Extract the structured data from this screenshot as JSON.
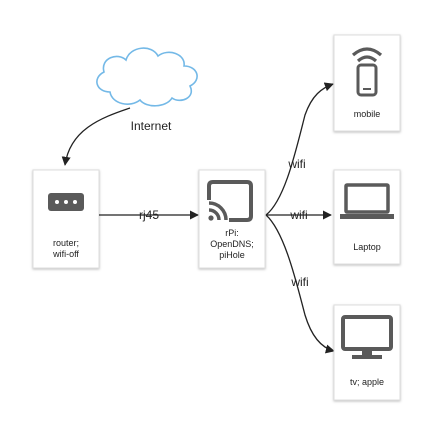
{
  "cloud": {
    "label": "Internet"
  },
  "nodes": {
    "router": {
      "label_line1": "router;",
      "label_line2": "wifi-off"
    },
    "rpi": {
      "label_line1": "rPi:",
      "label_line2": "OpenDNS;",
      "label_line3": "piHole"
    },
    "mobile": {
      "label": "mobile"
    },
    "laptop": {
      "label": "Laptop"
    },
    "tv": {
      "label": "tv; apple"
    }
  },
  "edges": {
    "router_rpi": "rj45",
    "rpi_mobile": "wifi",
    "rpi_laptop": "wifi",
    "rpi_tv": "wifi"
  },
  "colors": {
    "icon": "#5a5a5a",
    "card_border": "#dddddd",
    "line": "#222222"
  }
}
